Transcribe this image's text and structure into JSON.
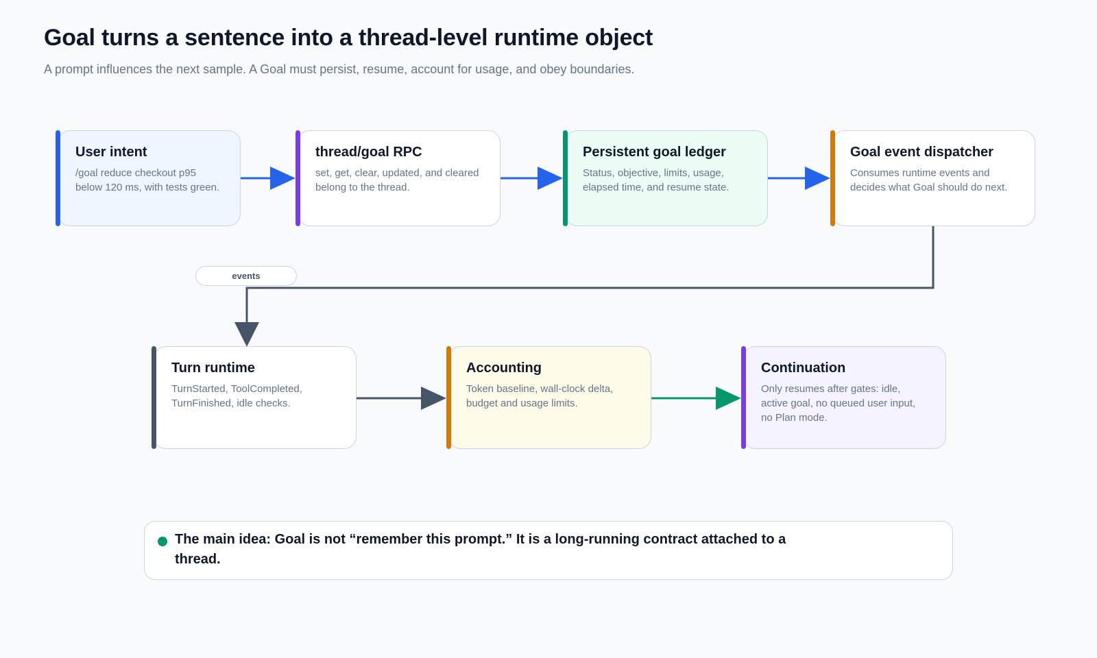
{
  "header": {
    "title": "Goal turns a sentence into a thread-level runtime object",
    "subtitle": "A prompt influences the next sample. A Goal must persist, resume, account for usage, and obey boundaries."
  },
  "nodes": {
    "user_intent": {
      "title": "User intent",
      "desc": "/goal reduce checkout p95 below 120 ms, with tests green.",
      "accent": "#2563eb",
      "bg": "#eff6ff"
    },
    "thread_goal_rpc": {
      "title": "thread/goal RPC",
      "desc": "set, get, clear, updated, and cleared belong to the thread.",
      "accent": "#7c3aed",
      "bg": "#ffffff"
    },
    "goal_ledger": {
      "title": "Persistent goal ledger",
      "desc": "Status, objective, limits, usage, elapsed time, and resume state.",
      "accent": "#059669",
      "bg": "#ecfdf5"
    },
    "event_dispatcher": {
      "title": "Goal event dispatcher",
      "desc": "Consumes runtime events and decides what Goal should do next.",
      "accent": "#d97706",
      "bg": "#ffffff"
    },
    "turn_runtime": {
      "title": "Turn runtime",
      "desc": "TurnStarted, ToolCompleted, TurnFinished, idle checks.",
      "accent": "#475569",
      "bg": "#ffffff"
    },
    "accounting": {
      "title": "Accounting",
      "desc": "Token baseline, wall-clock delta, budget and usage limits.",
      "accent": "#d97706",
      "bg": "#fefce8"
    },
    "continuation": {
      "title": "Continuation",
      "desc": "Only resumes after gates: idle, active goal, no queued user input, no Plan mode.",
      "accent": "#7c3aed",
      "bg": "#f5f3ff"
    }
  },
  "edge_label": "events",
  "callout": {
    "text": "The main idea: Goal is not “remember this prompt.” It is a long-running contract attached to a thread.",
    "dot_color": "#059669"
  },
  "colors": {
    "flow_blue": "#2563eb",
    "flow_slate": "#475569",
    "flow_green": "#059669"
  }
}
